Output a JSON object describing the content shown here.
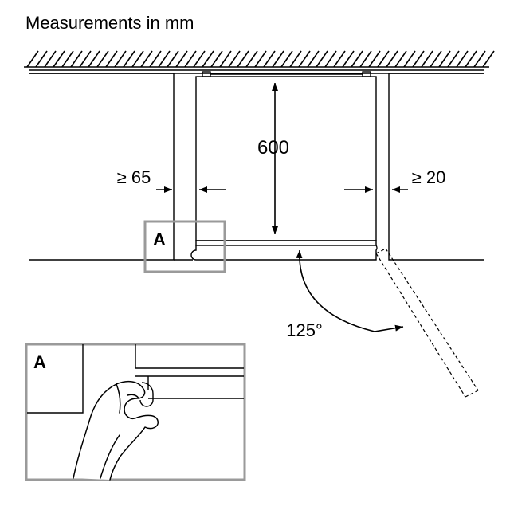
{
  "title": "Measurements in mm",
  "dimensions": {
    "height": "600",
    "left_gap": "≥ 65",
    "right_gap": "≥ 20",
    "door_angle": "125°"
  },
  "callouts": {
    "detail_marker": "A",
    "detail_panel_label": "A"
  },
  "colors": {
    "line": "#000000",
    "callout_box": "#9a9a9a"
  }
}
